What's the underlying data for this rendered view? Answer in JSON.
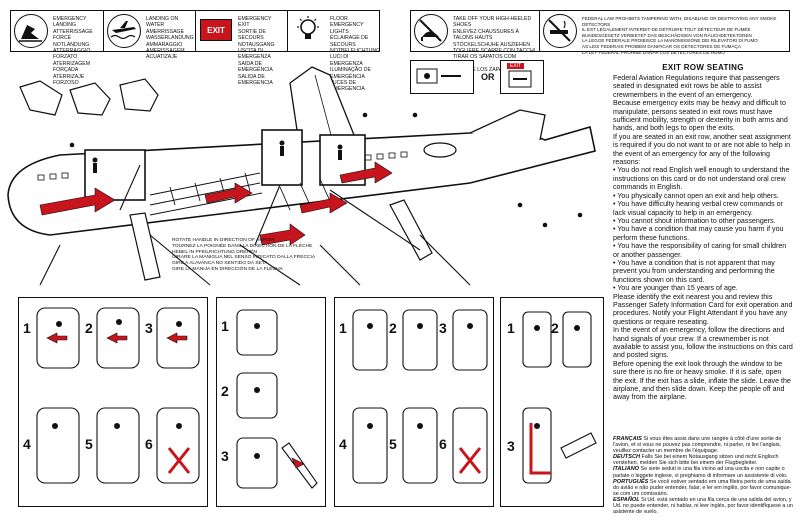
{
  "left_strip": [
    {
      "icon": "brace-position-icon",
      "text": "EMERGENCY LANDING\nATTERRISSAGE FORCE\nNOTLANDUNG\nATTERRAGGIO FORZATO\nATERRIZAGEM FORÇADA\nATERRIZAJE FORZOSO"
    },
    {
      "icon": "water-landing-icon",
      "text": "LANDING ON WATER\nAMERRISSAGE\nWASSERLANDUNG\nAMMARAGGIO\nAMERISSAGEM\nACUATIZAJE"
    },
    {
      "icon": "exit-sign-icon",
      "sign": "EXIT",
      "text": "EMERGENCY EXIT\nSORTIE DE SECOURS\nNOTAUSGANG\nUSCITA DI EMERGENZA\nSAÍDA DE EMERGÊNCIA\nSALIDA DE EMERGENCIA"
    },
    {
      "icon": "floor-lights-icon",
      "text": "FLOOR EMERGENCY LIGHTS\nÉCLAIRAGE DE SECOURS\nNOTBELEUCHTUNG\nLUCI DI EMERGENZA\nILUMINAÇÃO DE EMERGÊNCIA\nLUCES DE EMERGENCIA"
    }
  ],
  "right_strip": [
    {
      "icon": "no-high-heels-icon",
      "text": "TAKE OFF YOUR HIGH-HEELED SHOES\nENLEVEZ CHAUSSURES À TALONS HAUTS\nSTÖCKELSCHUHE AUSZIEHEN\nTOGLIERE SCARPE CON TACCHI\nTIRAR OS SAPATOS COM SALTOS\nQUÍTESE LOS ZAPATOS DE TACÓN"
    },
    {
      "icon": "no-smoking-icon",
      "text": "FEDERAL LAW PROHIBITS TAMPERING WITH, DISABLING OR DESTROYING ANY SMOKE DETECTORS\nIL EST LÉGALEMENT INTERDIT DE DÉTRUIRE TOUT DÉTECTEUR DE FUMÉE\nBUNDESGESETZ VERBIETET DAS BESCHÄDIGEN VON RAUCHDETEKTOREN\nLA LEGGE FEDERALE PROIBISCE LA MANOMISSIONE DEI RILEVATORI DI FUMO\nAS LEIS FEDERAIS PROIBEM DANIFICAR OS DETECTORES DE FUMAÇA\nLA LEY FEDERAL PROHIBE DAÑAR LOS DETECTORES DE HUMO"
    }
  ],
  "exit_small_sign": "EXIT",
  "or_label": "OR",
  "rotate_caption": "ROTATE HANDLE IN DIRECTION OF ARROW\nTOURNEZ LA POIGNÉE DANS LA DIRECTION DE LA FLÈCHE\nHEBEL IN PFEILRICHTUNG DREHEN\nGIRARE LA MANIGLIA NEL SENSO INDICATO DALLA FRECCIA\nGIRE A ALAVANCA NO SENTIDO DA SETA\nGIRE LA MANIJA EN DIRECCIÓN DE LA FLECHA",
  "exit_row": {
    "heading": "EXIT ROW SEATING",
    "p1": "Federal Aviation Regulations require that passengers seated in designated exit rows be able to assist crewmembers in the event of an emergency.",
    "p2": "Because emergency exits may be heavy and difficult to manipulate, persons seated in exit rows must have sufficient mobility, strength or dexterity in both arms and hands, and both legs to open the exits.",
    "p3": "If you are seated in an exit row, another seat assignment is required if you do not want to or are not able to help in the event of an emergency for any of the following reasons:",
    "bullets": [
      "You do not read English well enough to understand the instructions on this card or do not understand oral crew commands in English.",
      "You physically cannot open an exit and help others.",
      "You have difficulty hearing verbal crew commands or lack visual capacity to help in an emergency.",
      "You cannot shout information to other passengers.",
      "You have a condition that may cause you harm if you perform these functions.",
      "You have the responsibility of caring for small children or another passenger.",
      "You have a condition that is not apparent that may prevent you from understanding and performing the functions shown on this card.",
      "You are younger than 15 years of age."
    ],
    "p4": "Please identify the exit nearest you and review this Passenger Safety Information Card for exit operation and procedures. Notify your Flight Attendant if you have any questions or require reseating.",
    "p5": "In the event of an emergency, follow the directions and hand signals of your crew. If a crewmember is not available to assist you, follow the instructions on this card and posted signs.",
    "p6": "Before opening the exit look through the window to be sure there is no fire or heavy smoke. If it is safe, open the exit. If the exit has a slide, inflate the slide. Leave the airplane, and then slide down. Keep the people off and away from the airplane."
  },
  "languages": [
    {
      "name": "FRANÇAIS",
      "text": "Si vous êtes assis dans une rangée à côté d'une sortie de l'avion, et si vous ne pouvez pas comprendre, ni parler, ni lire l'anglais, veuillez contacter un membre de l'équipage."
    },
    {
      "name": "DEUTSCH",
      "text": "Falls Sie bei einem Notausgang sitzen und nicht Englisch verstehen, melden Sie sich bitte bei einem der Flugbegleiter."
    },
    {
      "name": "ITALIANO",
      "text": "Se siete seduti in una fila vicino ad una uscita e non capite o parlate o leggete inglese, vi preghiamo di informare un assistente di volo."
    },
    {
      "name": "PORTUGUÊS",
      "text": "Se você estiver sentado em uma fileira perto de uma saída do avião e não puder entender, falar, e ler em inglês, por favor comunique-se com um comissário."
    },
    {
      "name": "ESPAÑOL",
      "text": "Si Ud. está sentado en una fila cerca de una salida del avion, y Ud. no puede entender, ni hablar, ni leer inglés, por favor identifíquese a un asistente de vuelo."
    }
  ],
  "step_numbers": [
    "1",
    "2",
    "3",
    "4",
    "5",
    "6"
  ],
  "colors": {
    "accent": "#c8141c",
    "ink": "#111111"
  }
}
